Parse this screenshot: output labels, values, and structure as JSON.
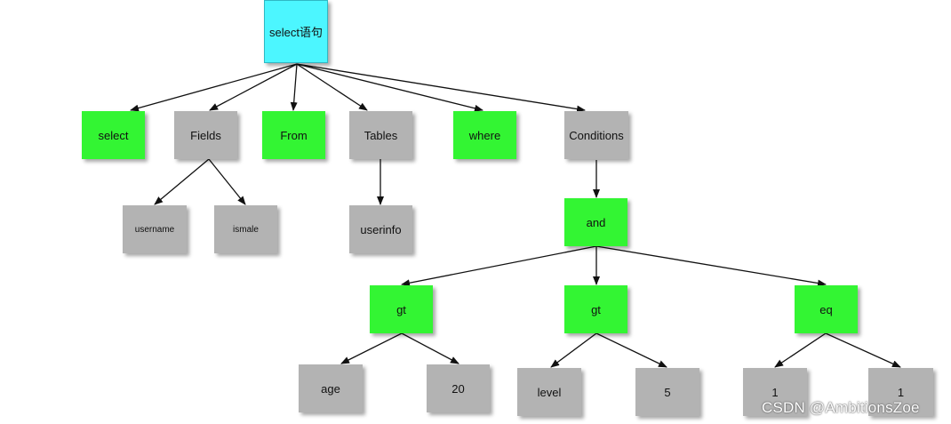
{
  "nodes": {
    "root": "select语句",
    "select": "select",
    "fields": "Fields",
    "from": "From",
    "tables": "Tables",
    "where": "where",
    "conditions": "Conditions",
    "username": "username",
    "ismale": "ismale",
    "userinfo": "userinfo",
    "and": "and",
    "gt1": "gt",
    "gt2": "gt",
    "eq": "eq",
    "age": "age",
    "n20": "20",
    "level": "level",
    "n5": "5",
    "one1": "1",
    "one2": "1"
  },
  "colors": {
    "root": "#4cf6ff",
    "keyword": "#33f533",
    "value": "#b3b3b3",
    "edge": "#111111"
  },
  "watermark": "CSDN @AmbitionsZoe"
}
